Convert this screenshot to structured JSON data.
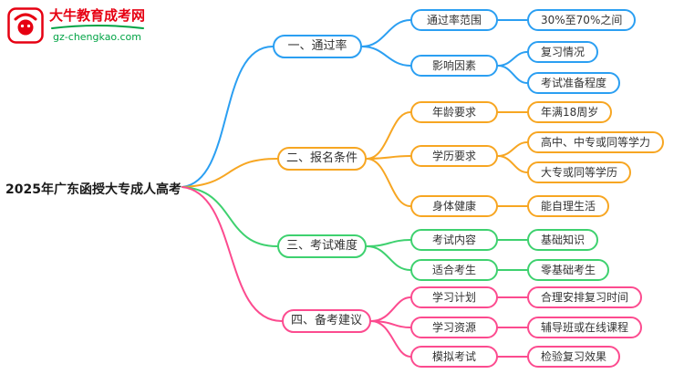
{
  "logo": {
    "site_name": "大牛教育成考网",
    "site_url": "gz-chengkao.com",
    "brand_red": "#e60012",
    "brand_green": "#00a344"
  },
  "root": {
    "label": "2025年广东函授大专成人高考"
  },
  "branches": [
    {
      "label": "一、通过率",
      "color": "#2b9ff2",
      "children": [
        {
          "label": "通过率范围",
          "leaves": [
            {
              "label": "30%至70%之间"
            }
          ]
        },
        {
          "label": "影响因素",
          "leaves": [
            {
              "label": "复习情况"
            },
            {
              "label": "考试准备程度"
            }
          ]
        }
      ]
    },
    {
      "label": "二、报名条件",
      "color": "#f7a622",
      "children": [
        {
          "label": "年龄要求",
          "leaves": [
            {
              "label": "年满18周岁"
            }
          ]
        },
        {
          "label": "学历要求",
          "leaves": [
            {
              "label": "高中、中专或同等学力"
            },
            {
              "label": "大专或同等学历"
            }
          ]
        },
        {
          "label": "身体健康",
          "leaves": [
            {
              "label": "能自理生活"
            }
          ]
        }
      ]
    },
    {
      "label": "三、考试难度",
      "color": "#3ed16f",
      "children": [
        {
          "label": "考试内容",
          "leaves": [
            {
              "label": "基础知识"
            }
          ]
        },
        {
          "label": "适合考生",
          "leaves": [
            {
              "label": "零基础考生"
            }
          ]
        }
      ]
    },
    {
      "label": "四、备考建议",
      "color": "#fc4b8f",
      "children": [
        {
          "label": "学习计划",
          "leaves": [
            {
              "label": "合理安排复习时间"
            }
          ]
        },
        {
          "label": "学习资源",
          "leaves": [
            {
              "label": "辅导班或在线课程"
            }
          ]
        },
        {
          "label": "模拟考试",
          "leaves": [
            {
              "label": "检验复习效果"
            }
          ]
        }
      ]
    }
  ]
}
